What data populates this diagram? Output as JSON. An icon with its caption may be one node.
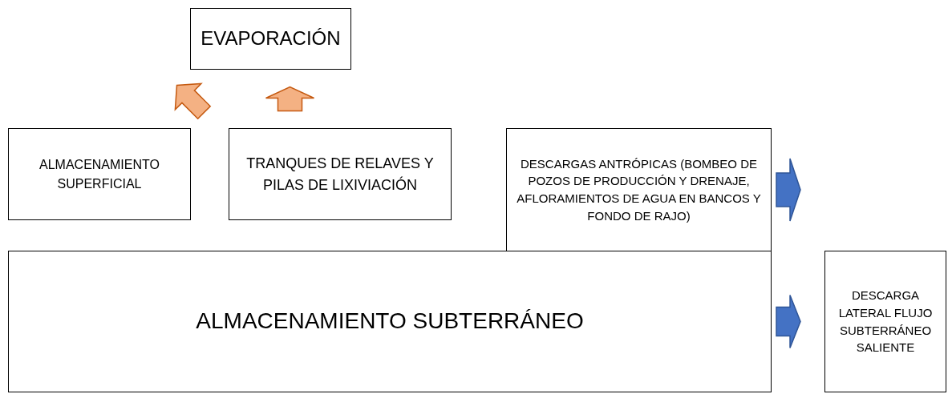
{
  "diagram": {
    "nodes": [
      {
        "text": [
          "EVAPORACIÓN"
        ]
      },
      {
        "text": [
          "ALMACENAMIENTO SUPERFICIAL"
        ]
      },
      {
        "text": [
          "TRANQUES DE RELAVES Y PILAS DE LIXIVIACIÓN"
        ]
      },
      {
        "text": [
          "DESCARGAS ANTRÓPICAS (BOMBEO DE POZOS DE PRODUCCIÓN Y DRENAJE, AFLORAMIENTOS DE AGUA EN BANCOS Y FONDO DE RAJO)"
        ]
      },
      {
        "text": [
          "ALMACENAMIENTO SUBTERRÁNEO"
        ]
      },
      {
        "text": [
          "DESCARGA LATERAL FLUJO SUBTERRÁNEO SALIENTE"
        ]
      }
    ],
    "edges": [
      {
        "from": 1,
        "to": 0,
        "arrow": "to",
        "style": "thick",
        "color": "#f4b183"
      },
      {
        "from": 2,
        "to": 0,
        "arrow": "to",
        "style": "thick",
        "color": "#f4b183"
      },
      {
        "from": 3,
        "to": null,
        "arrow": "to",
        "style": "thick",
        "color": "#4472c4"
      },
      {
        "from": 4,
        "to": 5,
        "arrow": "to",
        "style": "thick",
        "color": "#4472c4"
      }
    ]
  }
}
